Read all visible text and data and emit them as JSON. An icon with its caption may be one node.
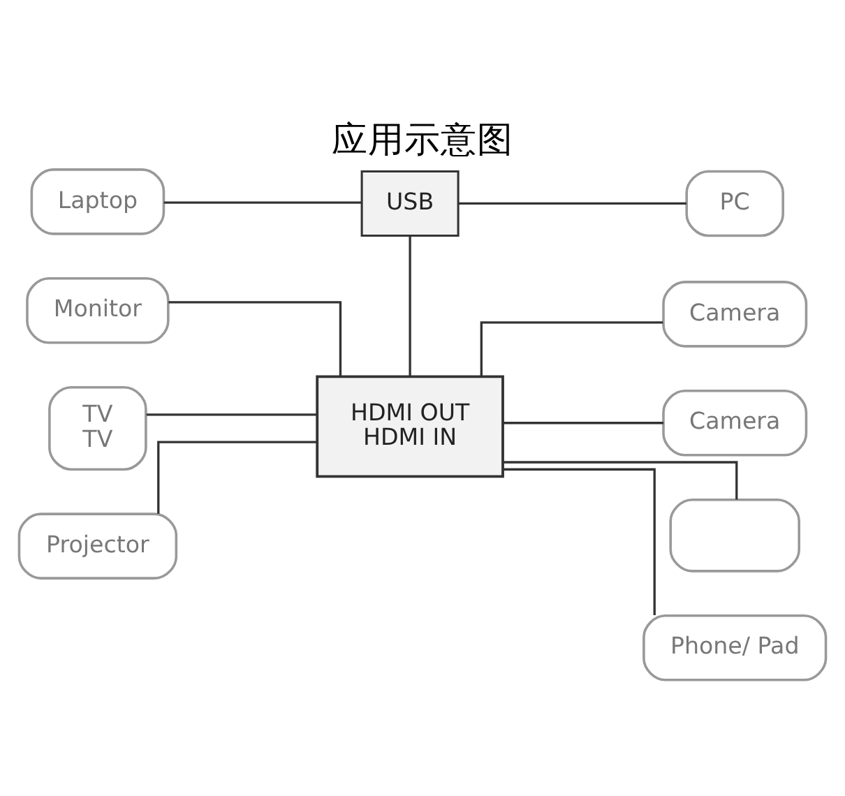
{
  "diagram": {
    "title": "应用示意图",
    "nodes": [
      {
        "text": [
          "Laptop"
        ]
      },
      {
        "text": [
          "PC"
        ]
      },
      {
        "text": [
          "USB"
        ]
      },
      {
        "text": [
          "Monitor"
        ]
      },
      {
        "text": [
          "TV",
          "TV"
        ]
      },
      {
        "text": [
          "Projector"
        ]
      },
      {
        "text": [
          "HDMI OUT",
          "HDMI IN"
        ]
      },
      {
        "text": [
          "Camera"
        ]
      },
      {
        "text": [
          "Camera"
        ]
      },
      {
        "text": [],
        "shape": "box"
      },
      {
        "text": [
          "Phone/ Pad"
        ]
      }
    ],
    "edges": [
      {
        "from": 0,
        "to": 2,
        "arrow": "none"
      },
      {
        "from": 2,
        "to": 1,
        "arrow": "none"
      },
      {
        "from": 2,
        "to": 6,
        "arrow": "none"
      },
      {
        "from": 3,
        "to": 6,
        "arrow": "none"
      },
      {
        "from": 4,
        "to": 6,
        "arrow": "none"
      },
      {
        "from": 5,
        "to": 6,
        "arrow": "none"
      },
      {
        "from": 6,
        "to": 7,
        "arrow": "none"
      },
      {
        "from": 6,
        "to": 8,
        "arrow": "none"
      },
      {
        "from": 6,
        "to": 9,
        "arrow": "none"
      },
      {
        "from": 6,
        "to": 10,
        "arrow": "none"
      }
    ]
  }
}
